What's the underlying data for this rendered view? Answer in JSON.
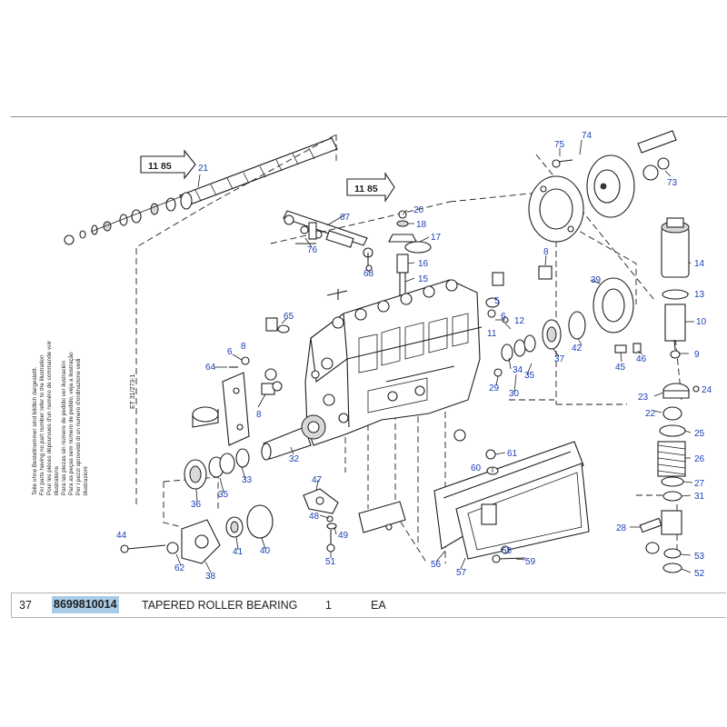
{
  "diagram": {
    "et_reference": "ET 31/273-1",
    "ref_arrows": [
      "11 85",
      "11 85"
    ],
    "side_note": [
      "Teile ohne Bestellnummer sind bildlich dargestellt.",
      "For parts having no part number refer to the illustration",
      "Pour les pièces dépourvues d'un numéro de commande voir",
      "illustrations",
      "Para las piezas sin número de pedido ver ilustración",
      "Para as peças sem número de pedido, veja a ilustração",
      "Per i pezzi sprovvisti di un numero d'ordinazione vedi",
      "illustrazioni"
    ],
    "callouts": [
      "5",
      "6",
      "8",
      "9",
      "10",
      "11",
      "12",
      "13",
      "14",
      "15",
      "16",
      "17",
      "18",
      "20",
      "21",
      "22",
      "23",
      "24",
      "25",
      "26",
      "27",
      "28",
      "29",
      "30",
      "31",
      "32",
      "33",
      "34",
      "35",
      "35",
      "36",
      "37",
      "38",
      "39",
      "40",
      "41",
      "42",
      "44",
      "45",
      "46",
      "47",
      "48",
      "49",
      "51",
      "52",
      "53",
      "56",
      "57",
      "58",
      "59",
      "60",
      "61",
      "62",
      "64",
      "65",
      "67",
      "68",
      "73",
      "74",
      "75",
      "76"
    ]
  },
  "parts_row": {
    "position": "37",
    "part_number": "8699810014",
    "description": "TAPERED ROLLER BEARING",
    "quantity": "1",
    "unit": "EA"
  },
  "colors": {
    "callout": "#1a3fb5",
    "highlight": "#a9cbe6",
    "line": "#1e1e1e"
  }
}
